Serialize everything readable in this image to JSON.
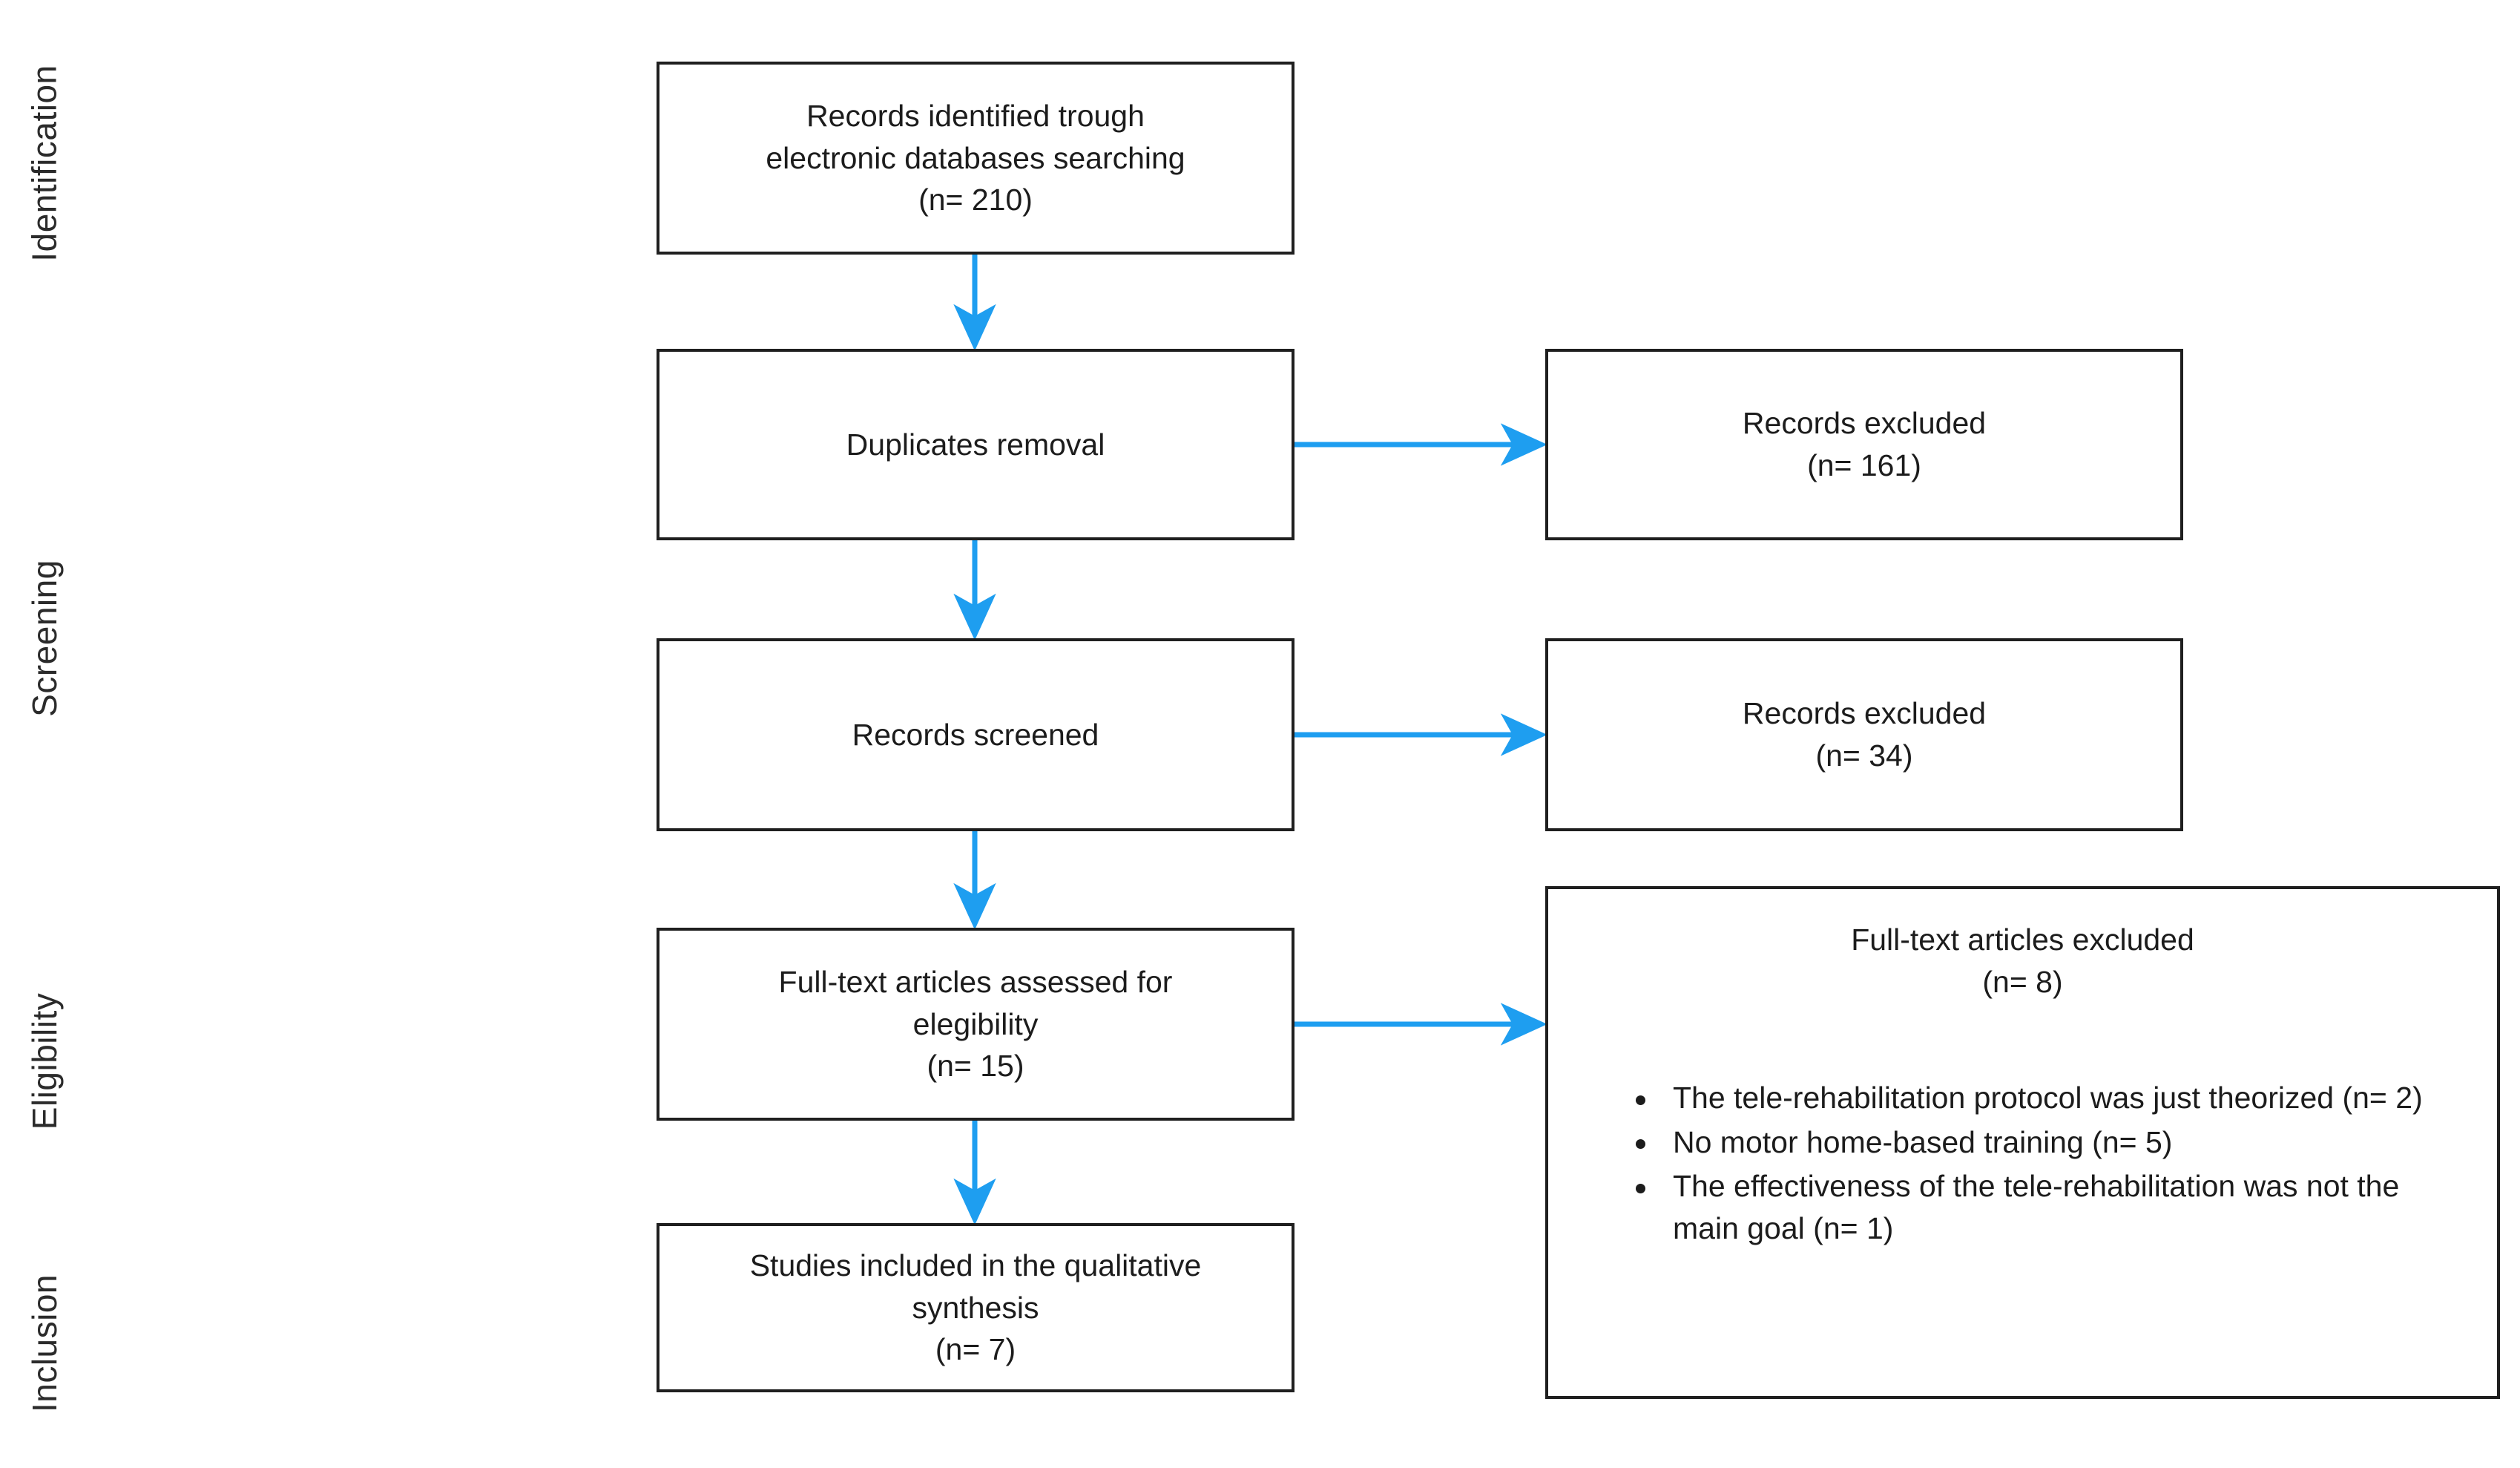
{
  "figure": {
    "type": "prisma-flow-diagram",
    "arrow_color": "#1E9EF0",
    "box_border_color": "#1F1F1F",
    "background_color": "#FFFFFF",
    "text_color": "#1C1C1C"
  },
  "stages": [
    {
      "id": "identification",
      "label": "Identification"
    },
    {
      "id": "screening",
      "label": "Screening"
    },
    {
      "id": "eligibility",
      "label": "Eligibility"
    },
    {
      "id": "inclusion",
      "label": "Inclusion"
    }
  ],
  "boxes": {
    "identified": {
      "lines": [
        "Records identified trough",
        "electronic databases searching",
        "(n= 210)"
      ],
      "count": 210
    },
    "duplicates_removal": {
      "lines": [
        "Duplicates removal"
      ]
    },
    "records_excluded_duplicates": {
      "lines": [
        "Records excluded",
        "(n= 161)"
      ],
      "count": 161
    },
    "records_screened": {
      "lines": [
        "Records screened"
      ]
    },
    "records_excluded_screening": {
      "lines": [
        "Records excluded",
        "(n= 34)"
      ],
      "count": 34
    },
    "fulltext_assessed": {
      "lines": [
        "Full-text articles assessed for",
        "elegibility",
        "(n= 15)"
      ],
      "count": 15
    },
    "fulltext_excluded": {
      "heading": [
        "Full-text articles excluded",
        "(n= 8)"
      ],
      "count": 8,
      "reasons": [
        "The tele-rehabilitation protocol was just theorized (n= 2)",
        "No motor home-based training (n= 5)",
        "The effectiveness of the tele-rehabilitation was not the main goal (n= 1)"
      ]
    },
    "included": {
      "lines": [
        "Studies included in the qualitative",
        "synthesis",
        "(n= 7)"
      ],
      "count": 7
    }
  },
  "flow": {
    "vertical_arrows": [
      {
        "from": "identified",
        "to": "duplicates_removal"
      },
      {
        "from": "duplicates_removal",
        "to": "records_screened"
      },
      {
        "from": "records_screened",
        "to": "fulltext_assessed"
      },
      {
        "from": "fulltext_assessed",
        "to": "included"
      }
    ],
    "horizontal_arrows": [
      {
        "from": "duplicates_removal",
        "to": "records_excluded_duplicates"
      },
      {
        "from": "records_screened",
        "to": "records_excluded_screening"
      },
      {
        "from": "fulltext_assessed",
        "to": "fulltext_excluded"
      }
    ]
  }
}
